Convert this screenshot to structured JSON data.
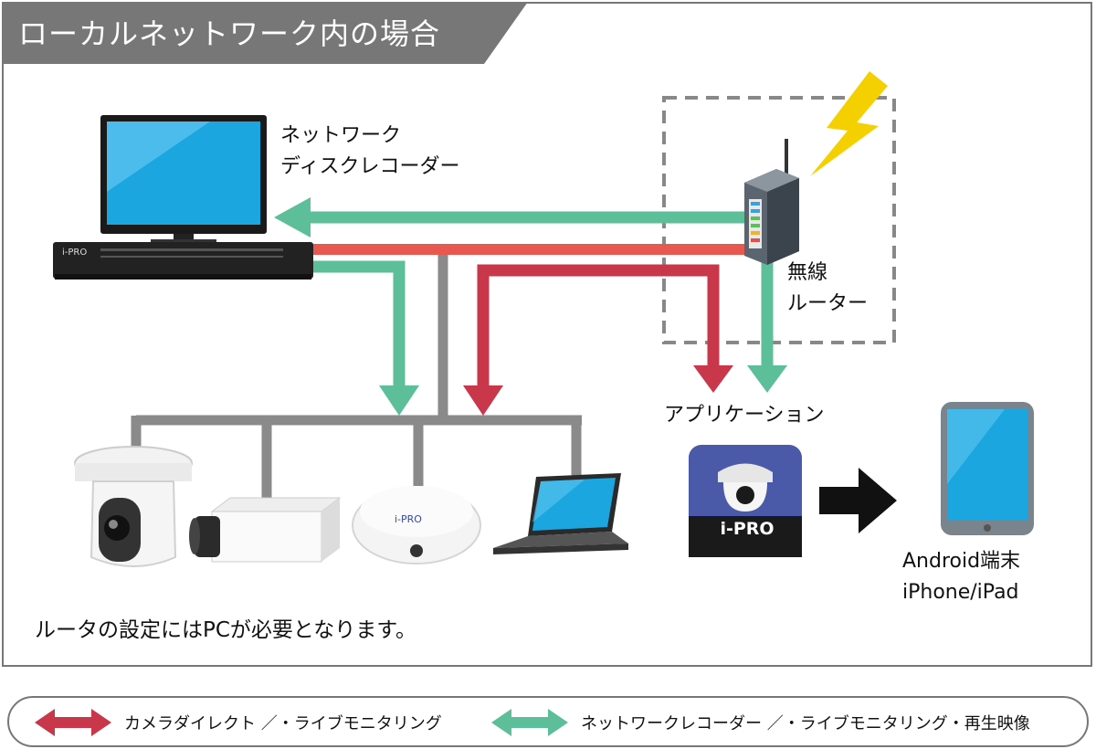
{
  "title": "ローカルネットワーク内の場合",
  "labels": {
    "recorder": [
      "ネットワーク",
      "ディスクレコーダー"
    ],
    "router": [
      "無線",
      "ルーター"
    ],
    "application": "アプリケーション",
    "devices": [
      "Android端末",
      "iPhone/iPad"
    ],
    "note": "ルータの設定にはPCが必要となります。"
  },
  "brand": {
    "app_logo": "i-PRO",
    "recorder_logo": "i-PRO",
    "camera_logo": "i-PRO"
  },
  "legend": [
    {
      "color": "#c8374a",
      "text": "カメラダイレクト ／・ライブモニタリング"
    },
    {
      "color": "#5cbf9a",
      "text": "ネットワークレコーダー ／・ライブモニタリング・再生映像"
    }
  ],
  "colors": {
    "red": "#c8374a",
    "green": "#5cbf9a",
    "orange_red": "#e8584f",
    "gray_line": "#8a8a8a",
    "app_bg": "#4a5aa8",
    "bolt": "#f5d000"
  }
}
